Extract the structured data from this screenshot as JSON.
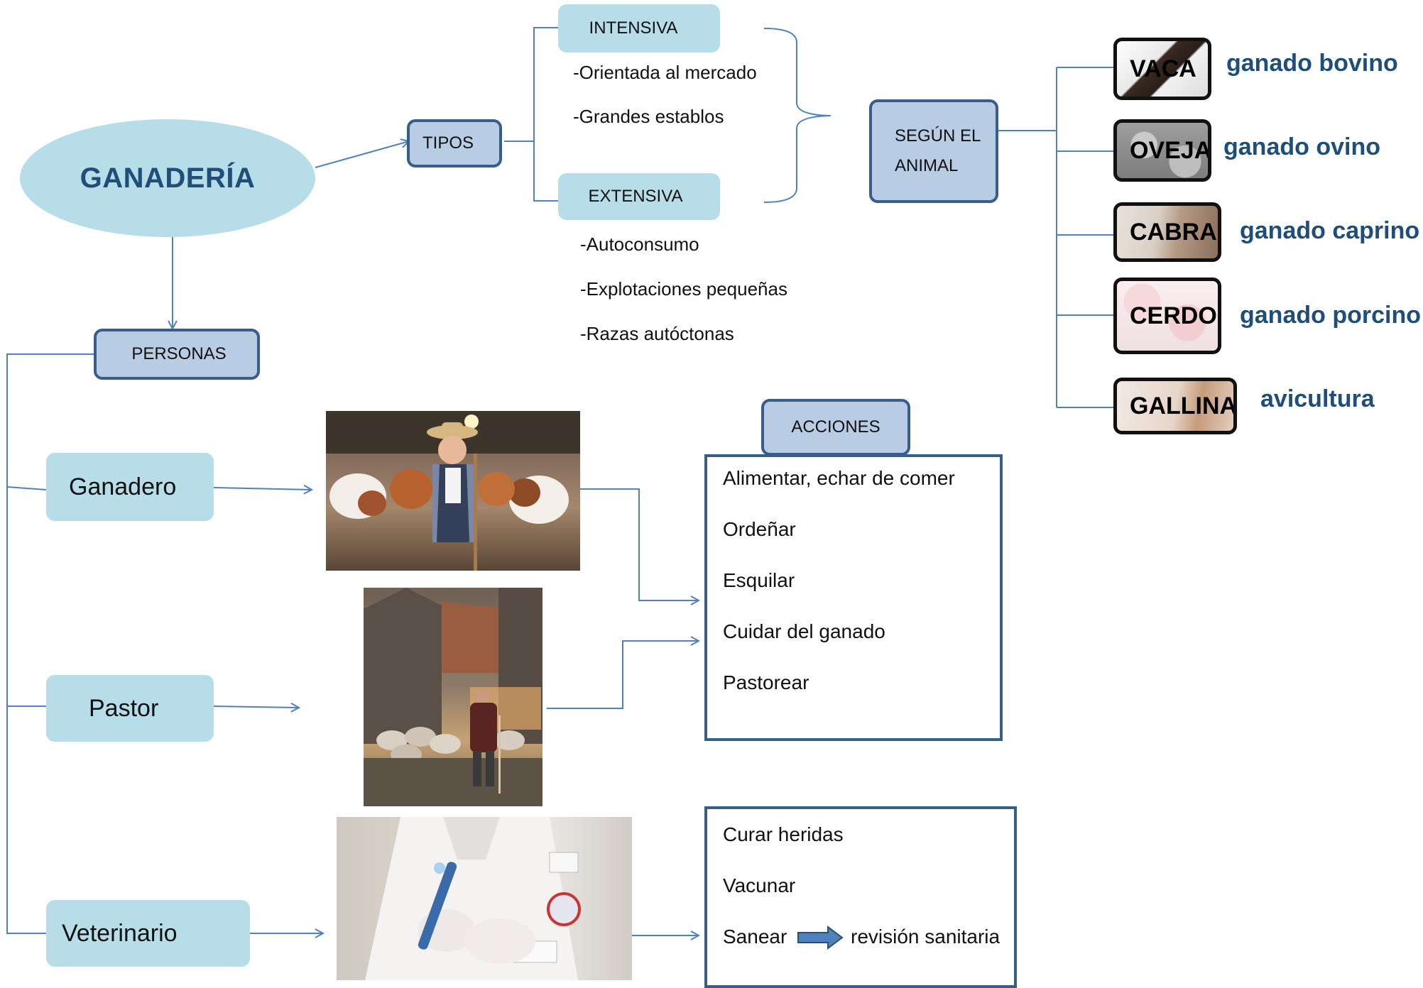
{
  "title": "GANADERÍA",
  "tipos": {
    "label": "TIPOS",
    "intensiva": {
      "label": "INTENSIVA",
      "items": [
        "-Orientada al mercado",
        "-Grandes establos"
      ]
    },
    "extensiva": {
      "label": "EXTENSIVA",
      "items": [
        "-Autoconsumo",
        "-Explotaciones pequeñas",
        "-Razas autóctonas"
      ]
    }
  },
  "segun_animal": {
    "line1": "SEGÚN EL",
    "line2": "ANIMAL"
  },
  "animals": [
    {
      "name": "VACA",
      "group": "ganado bovino"
    },
    {
      "name": "OVEJA",
      "group": "ganado ovino"
    },
    {
      "name": "CABRA",
      "group": "ganado caprino"
    },
    {
      "name": "CERDO",
      "group": "ganado porcino"
    },
    {
      "name": "GALLINA",
      "group": "avicultura"
    }
  ],
  "personas": {
    "label": "PERSONAS",
    "roles": [
      "Ganadero",
      "Pastor",
      "Veterinario"
    ]
  },
  "acciones": {
    "label": "ACCIONES",
    "items": [
      "Alimentar, echar de comer",
      "Ordeñar",
      "Esquilar",
      "Cuidar del ganado",
      "Pastorear"
    ]
  },
  "veterinario_acciones": {
    "items": [
      "Curar heridas",
      "Vacunar"
    ],
    "sanear": "Sanear",
    "sanear_result": "revisión sanitaria"
  },
  "colors": {
    "title_blue": "#1f4e79",
    "light_blue": "#b7dde8",
    "box_blue": "#b8cce4",
    "border_blue": "#385d8a",
    "line_blue": "#4f81bd"
  }
}
